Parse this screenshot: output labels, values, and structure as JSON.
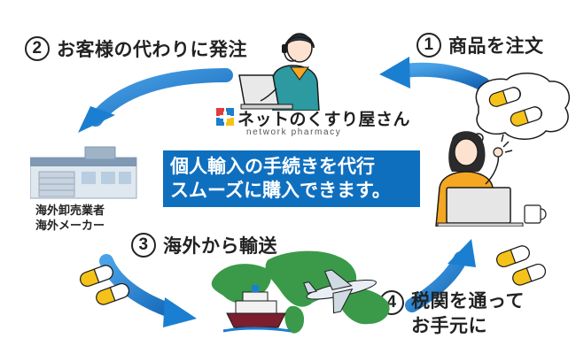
{
  "steps": {
    "step1": {
      "number": "1",
      "label": "商品を注文"
    },
    "step2": {
      "number": "2",
      "label": "お客様の代わりに発注"
    },
    "step3": {
      "number": "3",
      "label": "海外から輸送"
    },
    "step4": {
      "number": "4",
      "label_line1": "税関を通って",
      "label_line2": "お手元に"
    }
  },
  "center_message": {
    "line1": "個人輸入の手続きを代行",
    "line2": "スムーズに購入できます。"
  },
  "logo": {
    "name": "ネットのくすり屋さん",
    "subtitle": "network pharmacy"
  },
  "supplier": {
    "line1": "海外卸売業者",
    "line2": "海外メーカー"
  },
  "colors": {
    "arrow_blue": "#1a7fd1",
    "banner_blue": "#0f6fbf",
    "capsule_yellow": "#f5c21a",
    "operator_teal": "#2c9aa0",
    "customer_orange": "#f5a623"
  }
}
